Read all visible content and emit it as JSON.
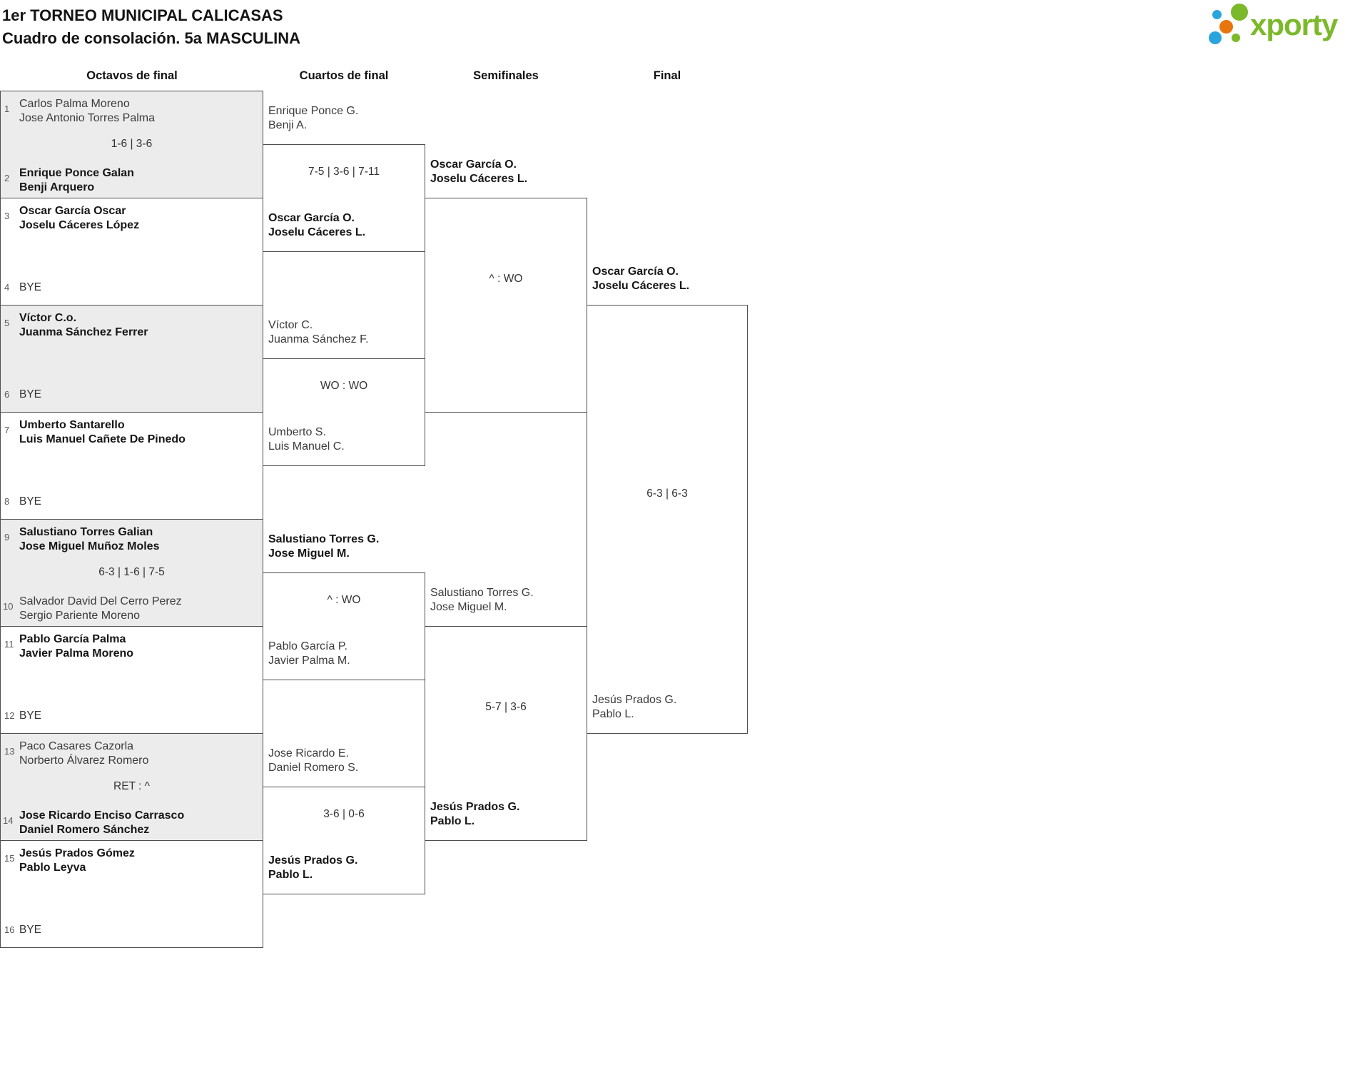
{
  "title": {
    "line1": "1er TORNEO MUNICIPAL CALICASAS",
    "line2": "Cuadro de consolación. 5a MASCULINA"
  },
  "logo": {
    "wordmark": "xporty"
  },
  "colors": {
    "logo_green": "#7cb92a",
    "logo_blue": "#2aa4dc",
    "logo_orange": "#e8740e",
    "box_grey": "#ececec",
    "line": "#4f4f4f"
  },
  "headers": {
    "octavos": "Octavos de final",
    "cuartos": "Cuartos de final",
    "semifinales": "Semifinales",
    "final": "Final"
  },
  "octavos": {
    "matches": [
      {
        "score": "1-6 | 3-6",
        "top": {
          "seed": "1",
          "line1": "Carlos Palma Moreno",
          "line2": "Jose Antonio Torres Palma"
        },
        "bottom": {
          "seed": "2",
          "line1": "Enrique Ponce Galan",
          "line2": "Benji Arquero"
        }
      },
      {
        "score": "",
        "top": {
          "seed": "3",
          "line1": "Oscar García Oscar",
          "line2": "Joselu Cáceres López"
        },
        "bottom": {
          "seed": "4",
          "bye": "BYE"
        }
      },
      {
        "score": "",
        "top": {
          "seed": "5",
          "line1": "Víctor C.o.",
          "line2": "Juanma Sánchez Ferrer"
        },
        "bottom": {
          "seed": "6",
          "bye": "BYE"
        }
      },
      {
        "score": "",
        "top": {
          "seed": "7",
          "line1": "Umberto Santarello",
          "line2": "Luis Manuel Cañete De Pinedo"
        },
        "bottom": {
          "seed": "8",
          "bye": "BYE"
        }
      },
      {
        "score": "6-3 | 1-6 | 7-5",
        "top": {
          "seed": "9",
          "line1": "Salustiano Torres Galian",
          "line2": "Jose Miguel Muñoz Moles"
        },
        "bottom": {
          "seed": "10",
          "line1": "Salvador David Del Cerro Perez",
          "line2": "Sergio Pariente Moreno"
        }
      },
      {
        "score": "",
        "top": {
          "seed": "11",
          "line1": "Pablo García Palma",
          "line2": "Javier Palma Moreno"
        },
        "bottom": {
          "seed": "12",
          "bye": "BYE"
        }
      },
      {
        "score": "RET : ^",
        "top": {
          "seed": "13",
          "line1": "Paco Casares Cazorla",
          "line2": "Norberto Álvarez Romero"
        },
        "bottom": {
          "seed": "14",
          "line1": "Jose Ricardo Enciso Carrasco",
          "line2": "Daniel Romero Sánchez"
        }
      },
      {
        "score": "",
        "top": {
          "seed": "15",
          "line1": "Jesús Prados Gómez",
          "line2": "Pablo Leyva"
        },
        "bottom": {
          "seed": "16",
          "bye": "BYE"
        }
      }
    ]
  },
  "cuartos": {
    "matches": [
      {
        "score": "7-5 | 3-6 | 7-11",
        "top": {
          "line1": "Enrique Ponce G.",
          "line2": "Benji A."
        },
        "bottom": {
          "line1": "Oscar García O.",
          "line2": "Joselu Cáceres L."
        }
      },
      {
        "score": "WO : WO",
        "top": {
          "line1": "Víctor C.",
          "line2": "Juanma Sánchez F."
        },
        "bottom": {
          "line1": "Umberto S.",
          "line2": "Luis Manuel C."
        }
      },
      {
        "score": "^ : WO",
        "top": {
          "line1": "Salustiano Torres G.",
          "line2": "Jose Miguel M."
        },
        "bottom": {
          "line1": "Pablo García P.",
          "line2": "Javier Palma M."
        }
      },
      {
        "score": "3-6 | 0-6",
        "top": {
          "line1": "Jose Ricardo E.",
          "line2": "Daniel Romero S."
        },
        "bottom": {
          "line1": "Jesús Prados G.",
          "line2": "Pablo L."
        }
      }
    ]
  },
  "semifinales": {
    "matches": [
      {
        "score": "^ : WO",
        "top": {
          "line1": "Oscar García O.",
          "line2": "Joselu Cáceres L."
        }
      },
      {
        "score": "5-7 | 3-6",
        "top": {
          "line1": "Salustiano Torres G.",
          "line2": "Jose Miguel M."
        },
        "bottom": {
          "line1": "Jesús Prados G.",
          "line2": "Pablo L."
        }
      }
    ]
  },
  "final": {
    "matches": [
      {
        "score": "6-3 | 6-3",
        "top": {
          "line1": "Oscar García O.",
          "line2": "Joselu Cáceres L."
        },
        "bottom": {
          "line1": "Jesús Prados G.",
          "line2": "Pablo L."
        }
      }
    ]
  }
}
